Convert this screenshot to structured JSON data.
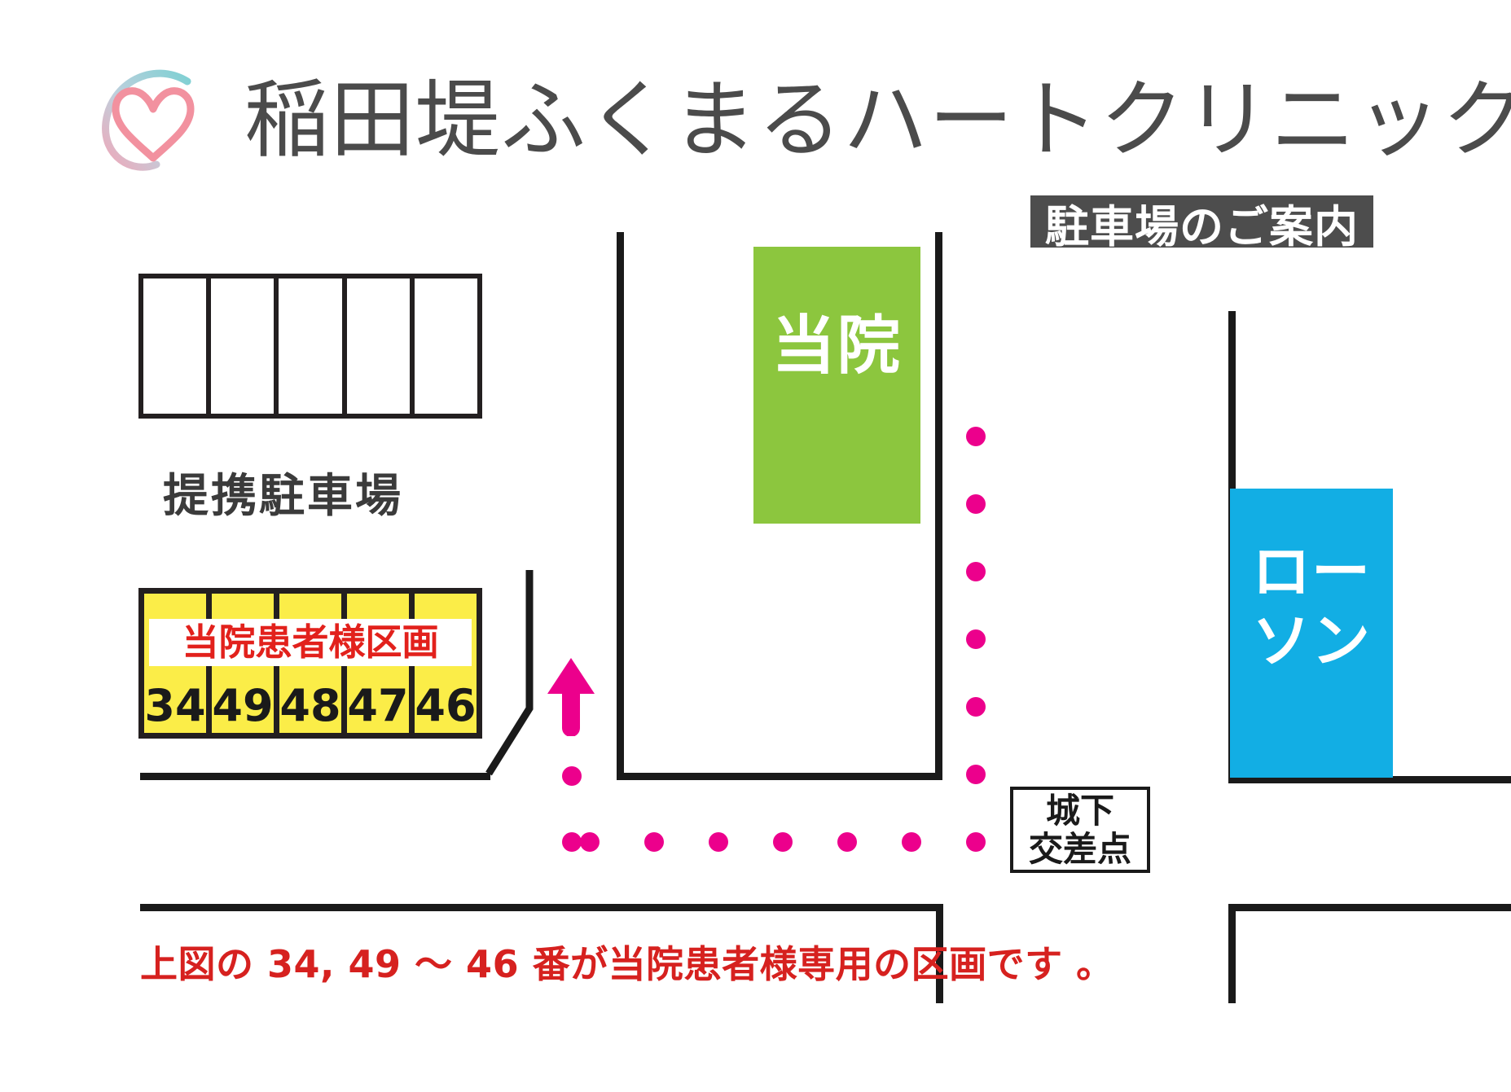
{
  "header": {
    "clinic_name": "稲田堤ふくまるハートクリニック",
    "logo_icon": "heart-swoosh-logo",
    "badge_label": "駐車場のご案内"
  },
  "map": {
    "partner_lot_label": "提携駐車場",
    "empty_lot": {
      "name": "partner-parking-empty-slots",
      "slot_count": 5,
      "slots": [
        "",
        "",
        "",
        "",
        ""
      ]
    },
    "patient_lot": {
      "banner_label": "当院患者様区画",
      "banner_color": "#e2211c",
      "fill_color": "#fbed48",
      "stall_numbers": [
        "34",
        "49",
        "48",
        "47",
        "46"
      ]
    },
    "clinic_block": {
      "label": "当院",
      "color": "#8cc63e",
      "text_color": "#ffffff"
    },
    "lawson_block": {
      "label": "ローソン",
      "color": "#12aee4",
      "text_color": "#ffffff"
    },
    "intersection": {
      "line1": "城下",
      "line2": "交差点"
    },
    "route": {
      "color": "#ec008c",
      "arrow_icon": "up-arrow-icon",
      "arrow_direction": "up",
      "dot_count_vertical_right": 8,
      "dot_count_horizontal": 7,
      "dot_count_vertical_left": 2
    },
    "road_color": "#1a1a1a"
  },
  "footer": {
    "caption": "上図の 34, 49 ～ 46 番が当院患者様専用の区画です 。",
    "caption_color": "#d6211f"
  }
}
